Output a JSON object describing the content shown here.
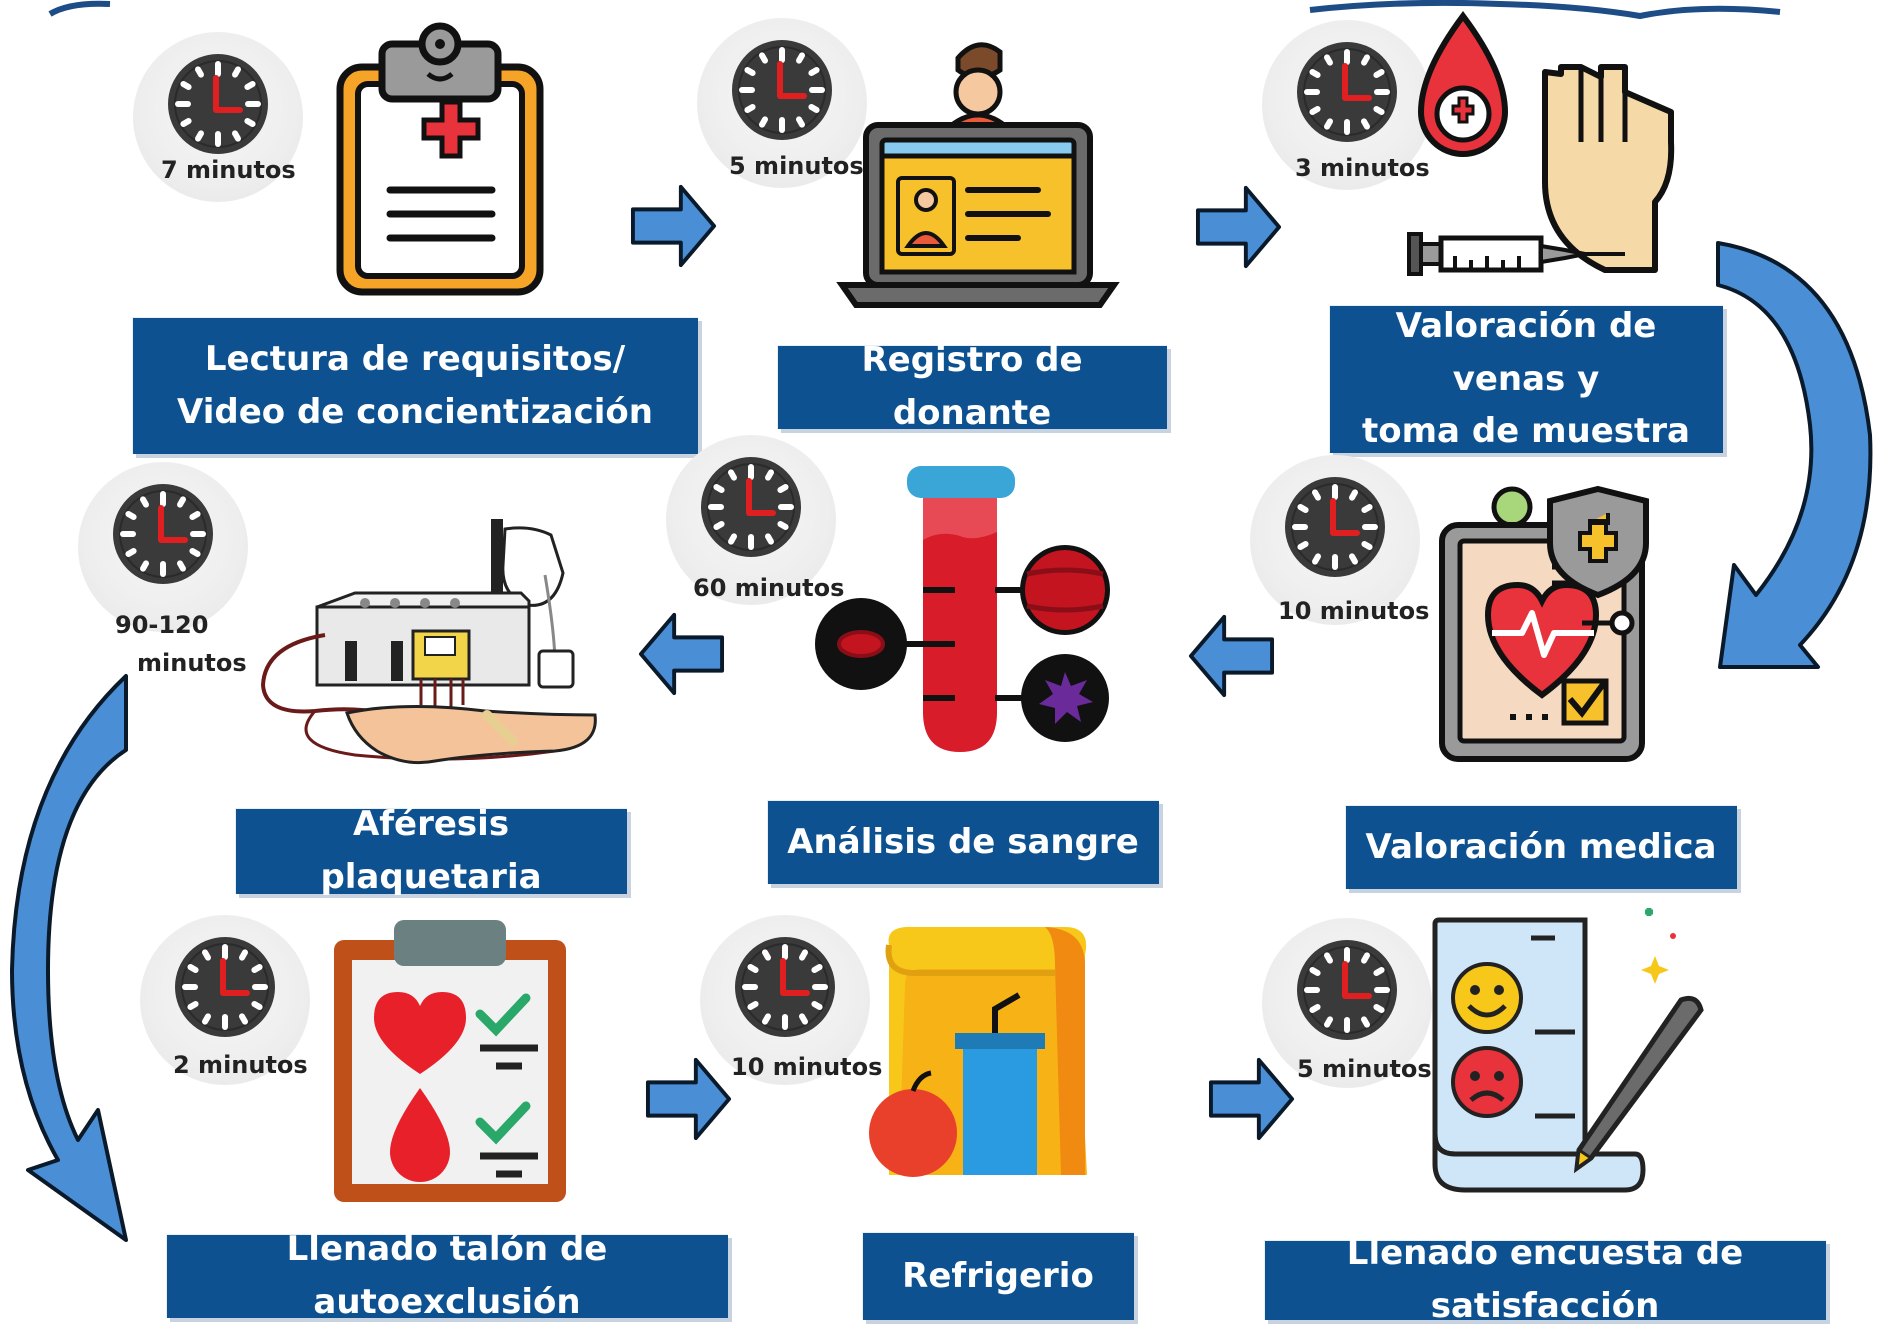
{
  "steps": [
    {
      "label_lines": [
        "Lectura de requisitos/",
        "Video de concientización"
      ],
      "time": "7 minutos",
      "icon": "clipboard-icon"
    },
    {
      "label_lines": [
        "Registro de donante"
      ],
      "time": "5 minutos",
      "icon": "laptop-registration-icon"
    },
    {
      "label_lines": [
        "Valoración de venas y",
        "toma de muestra"
      ],
      "time": "3 minutos",
      "icon": "blood-sample-icon"
    },
    {
      "label_lines": [
        "Valoración medica"
      ],
      "time": "10 minutos",
      "icon": "medical-report-icon"
    },
    {
      "label_lines": [
        "Análisis de sangre"
      ],
      "time": "60 minutos",
      "icon": "test-tube-icon"
    },
    {
      "label_lines": [
        "Aféresis plaquetaria"
      ],
      "time_lines": [
        "90-120",
        "minutos"
      ],
      "icon": "apheresis-machine-icon"
    },
    {
      "label_lines": [
        "Llenado talón de autoexclusión"
      ],
      "time": "2 minutos",
      "icon": "checklist-icon"
    },
    {
      "label_lines": [
        "Refrigerio"
      ],
      "time": "10 minutos",
      "icon": "snack-icon"
    },
    {
      "label_lines": [
        "Llenado encuesta de satisfacción"
      ],
      "time": "5 minutos",
      "icon": "survey-icon"
    }
  ],
  "colors": {
    "label_bg": "#0d5190",
    "arrow_fill": "#4a8fd6",
    "clock_face": "#3a3a3a",
    "clock_hand": "#e02020"
  }
}
